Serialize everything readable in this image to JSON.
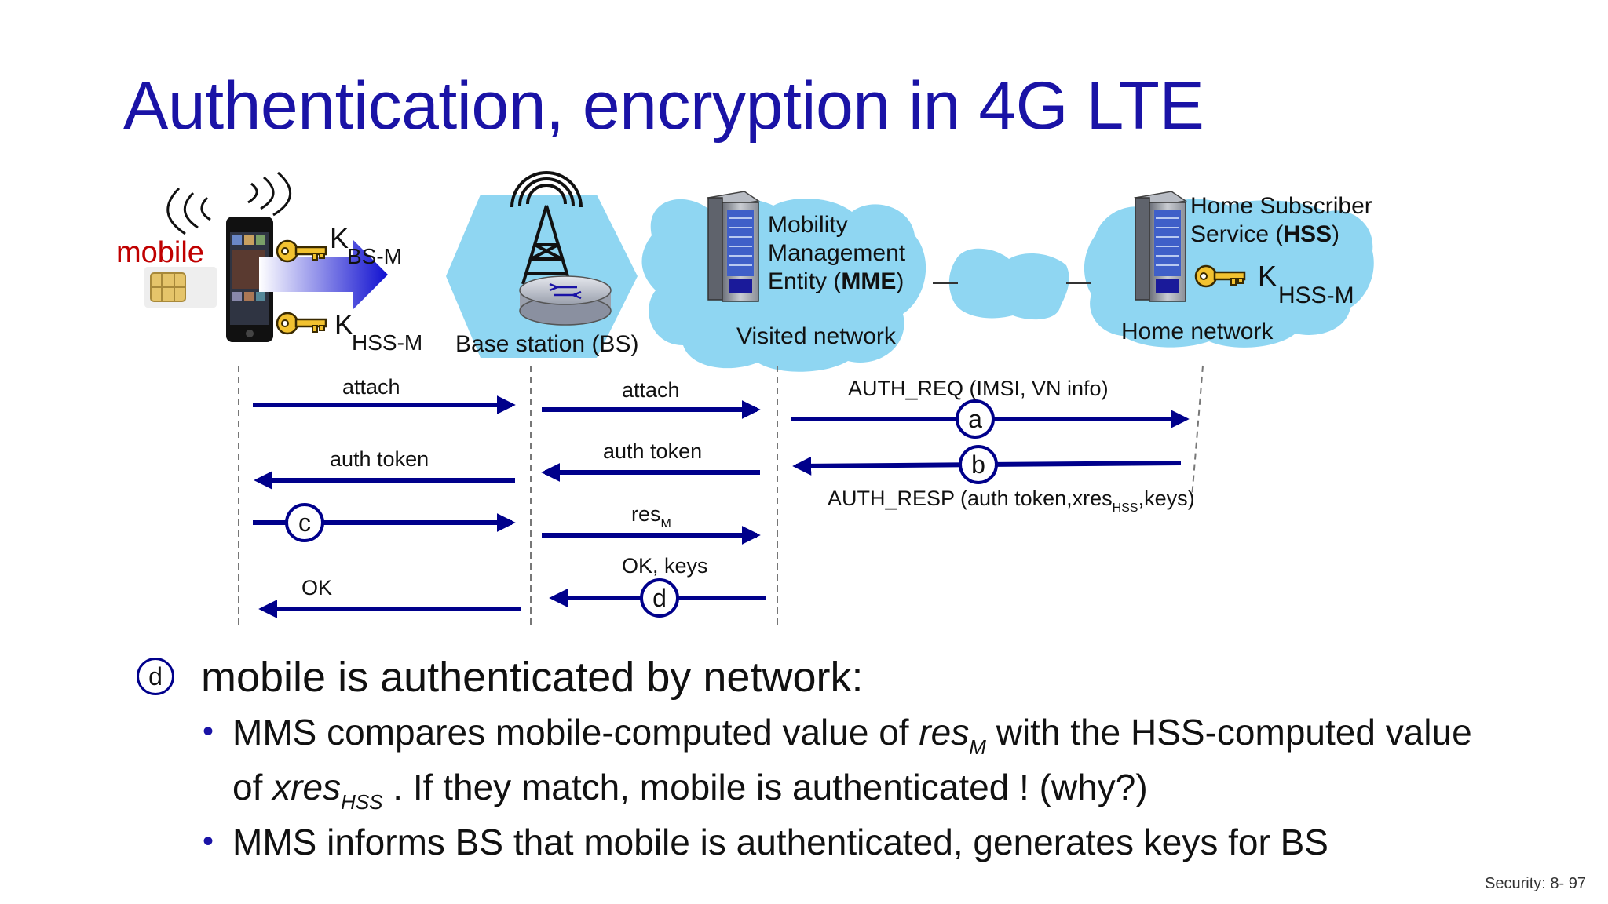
{
  "slide": {
    "title": "Authentication, encryption in 4G LTE",
    "footer": "Security: 8- 97"
  },
  "colors": {
    "title": "#1a13a6",
    "arrow": "#00008b",
    "cloud": "#8fd6f2",
    "mobile_label": "#c00000"
  },
  "diagram": {
    "mobile_label": "mobile",
    "key_bs": {
      "base": "K",
      "sub": "BS-M"
    },
    "key_hss_mobile": {
      "base": "K",
      "sub": "HSS-M"
    },
    "base_station_label": "Base station (BS)",
    "mme": {
      "line1": "Mobility",
      "line2": "Management",
      "line3_pre": "Entity (",
      "line3_bold": "MME",
      "line3_post": ")"
    },
    "visited_network": "Visited network",
    "hss": {
      "line1": "Home Subscriber",
      "line2_pre": "Service (",
      "line2_bold": "HSS",
      "line2_post": ")"
    },
    "key_hss": {
      "base": "K",
      "sub": "HSS-M"
    },
    "home_network": "Home network",
    "messages": {
      "attach_1": "attach",
      "attach_2": "attach",
      "auth_req": "AUTH_REQ (IMSI, VN info)",
      "auth_token_1": "auth token",
      "auth_token_2": "auth token",
      "auth_resp_pre": "AUTH_RESP (auth token,xres",
      "auth_resp_sub": "HSS",
      "auth_resp_post": ",keys)",
      "res_base": "res",
      "res_sub": "M",
      "ok_keys": "OK, keys",
      "ok": "OK"
    },
    "step_labels": {
      "a": "a",
      "b": "b",
      "c": "c",
      "d": "d"
    }
  },
  "content": {
    "badge": "d",
    "heading": "mobile is authenticated by network:",
    "bullet_1": {
      "pre": "MMS compares mobile-computed value of ",
      "var": "res",
      "var_sub": "M",
      "post": " with the HSS-computed value",
      "line2_pre": "of ",
      "line2_var": "xres",
      "line2_sub": "HSS",
      "line2_post": " . If they match, mobile is authenticated ! (why?)"
    },
    "bullet_2": "MMS informs BS that mobile is authenticated, generates keys for BS"
  }
}
